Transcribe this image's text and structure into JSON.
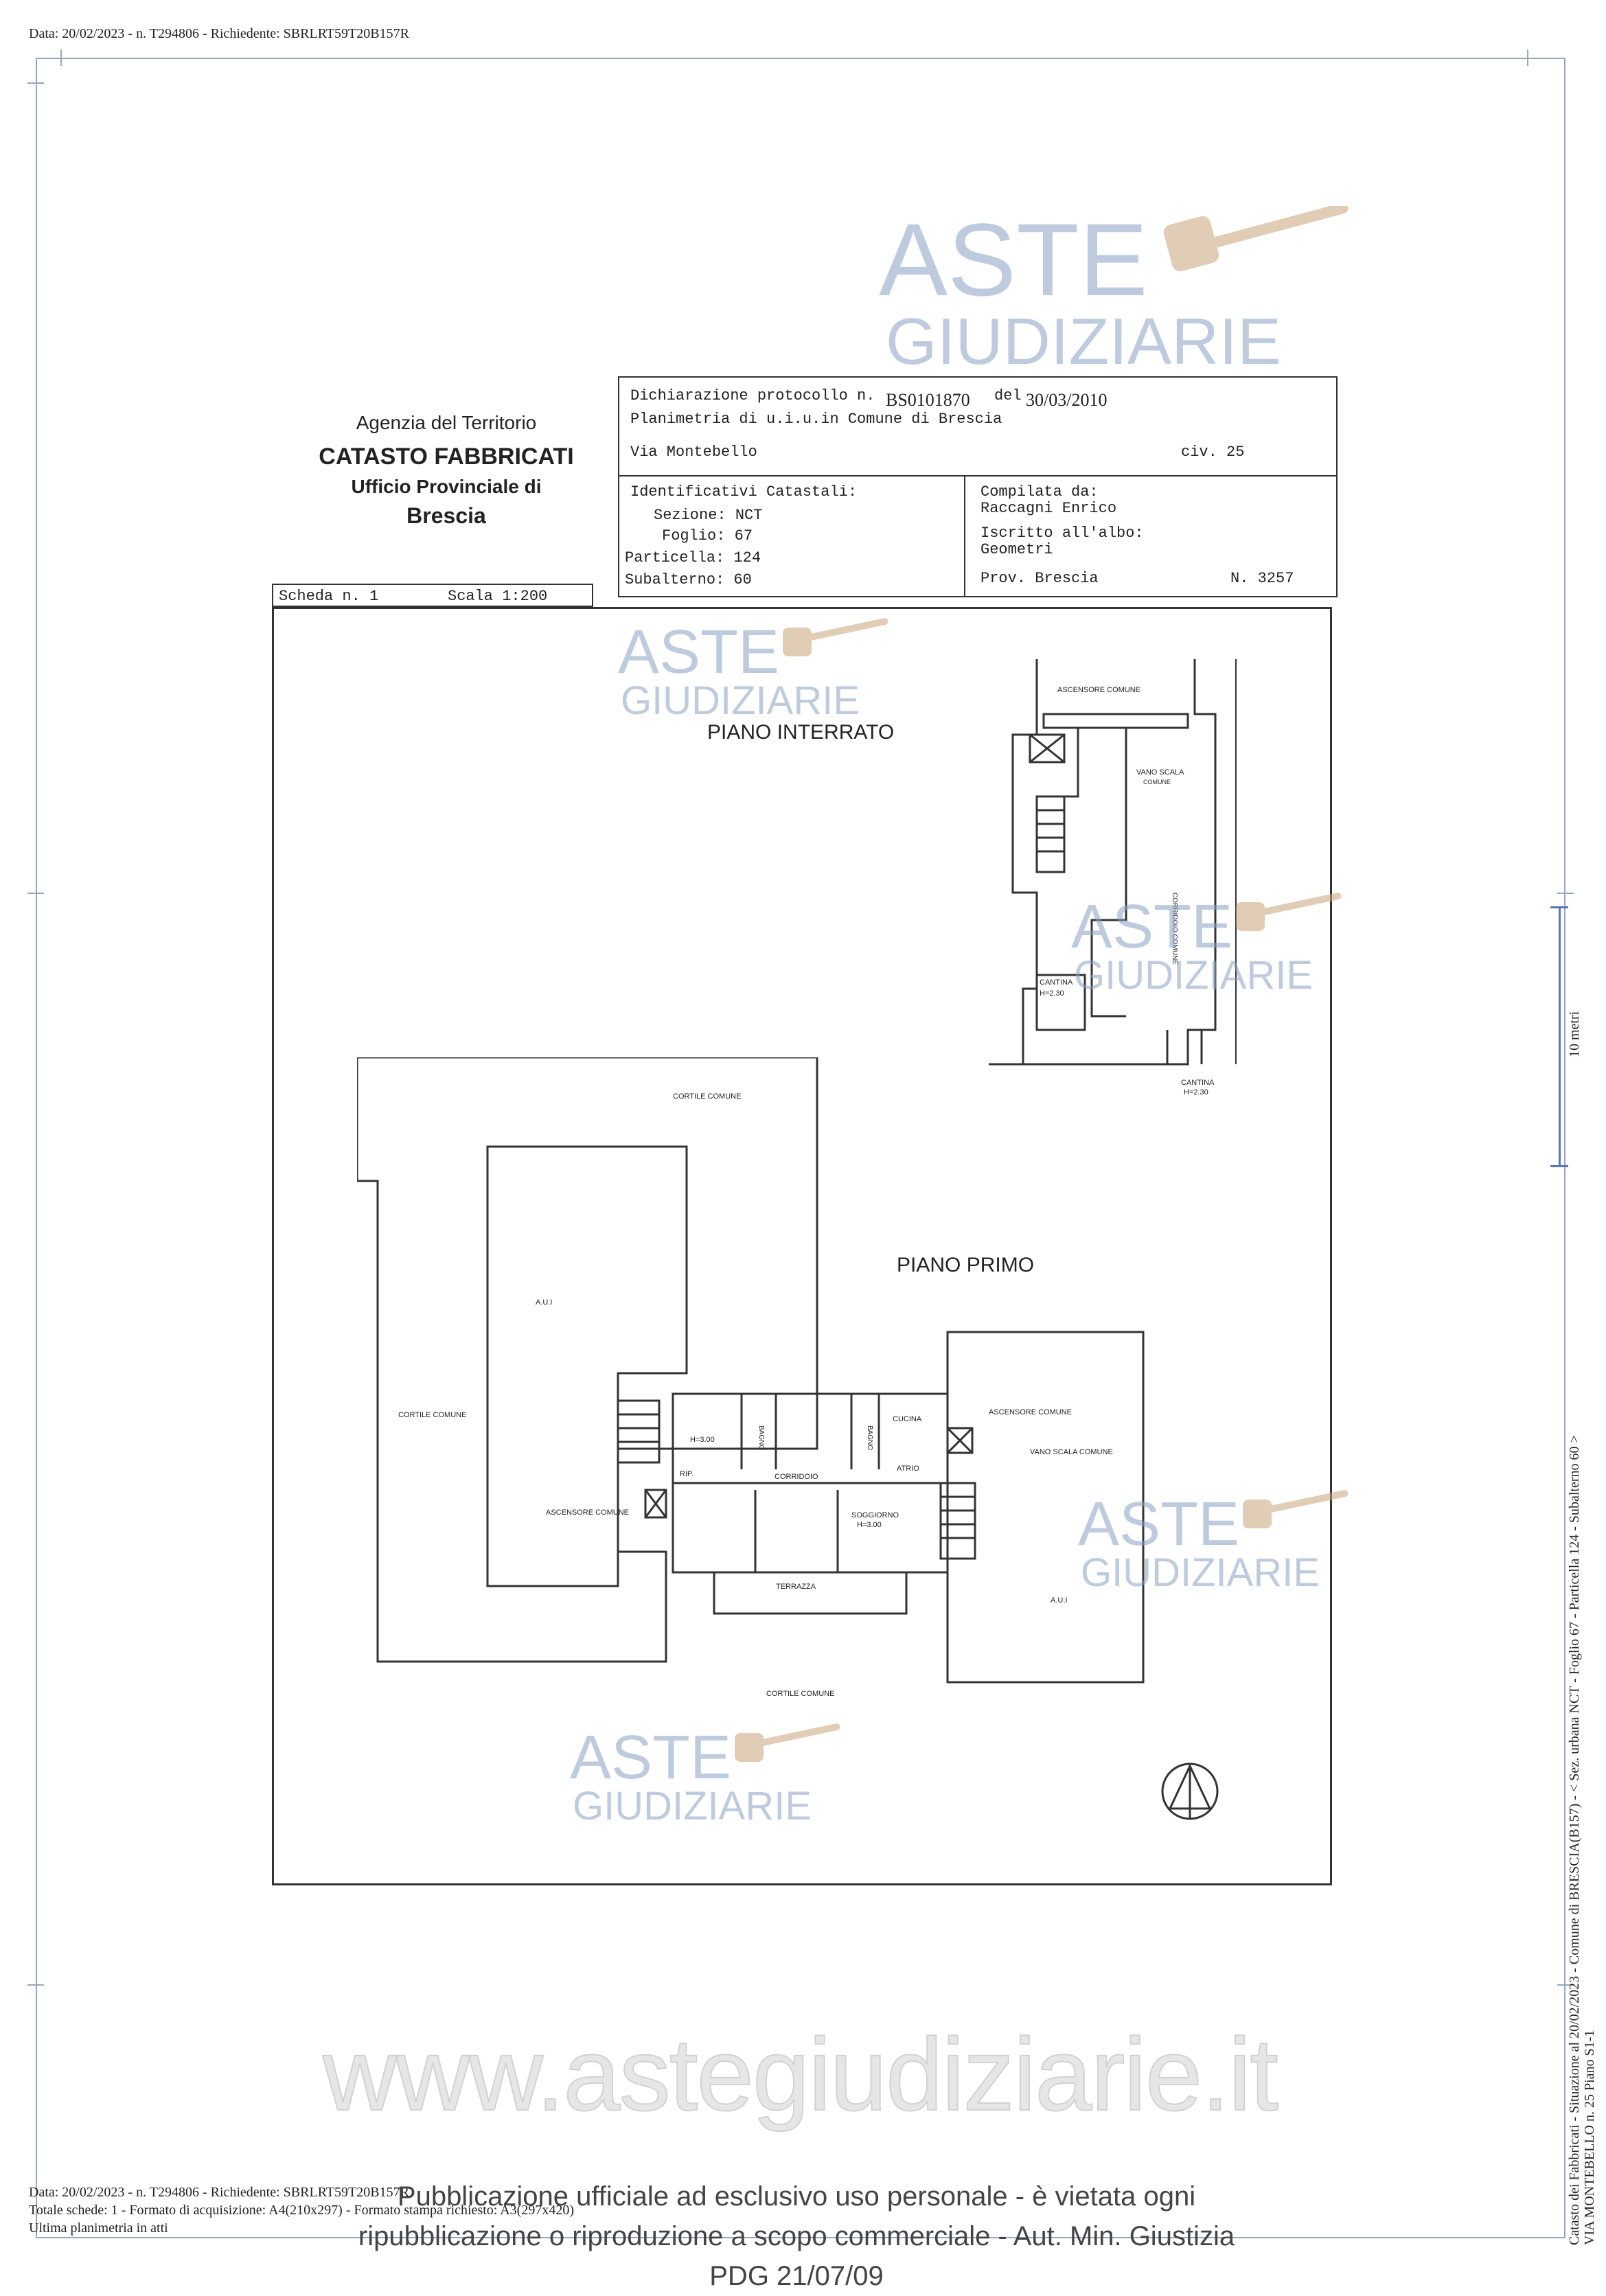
{
  "header": {
    "meta": "Data: 20/02/2023 - n. T294806 - Richiedente: SBRLRT59T20B157R"
  },
  "agency": {
    "line1": "Agenzia del Territorio",
    "line2": "CATASTO FABBRICATI",
    "line3": "Ufficio Provinciale di",
    "line4": "Brescia"
  },
  "declaration": {
    "protocol_label": "Dichiarazione protocollo n.",
    "protocol_number": "BS0101870",
    "date_label": "del",
    "date": "30/03/2010",
    "planimetry_line": "Planimetria di u.i.u.in Comune di Brescia",
    "address": "Via Montebello",
    "civic": "civ. 25",
    "identifiers_label": "Identificativi Catastali:",
    "sezione": "Sezione: NCT",
    "foglio": "Foglio: 67",
    "particella": "Particella: 124",
    "subalterno": "Subalterno: 60",
    "compiled_label": "Compilata da:",
    "compiled_by": "Raccagni Enrico",
    "registered_label": "Iscritto all'albo:",
    "registered": "Geometri",
    "province": "Prov. Brescia",
    "number": "N. 3257"
  },
  "scheda": {
    "label": "Scheda n. 1",
    "scale": "Scala 1:200"
  },
  "plans": {
    "basement_title": "PIANO INTERRATO",
    "first_title": "PIANO PRIMO",
    "basement_labels": {
      "ascensore": "ASCENSORE COMUNE",
      "vano_scala_1": "VANO SCALA",
      "vano_scala_2": "COMUNE",
      "corridoio": "CORRIDOIO COMUNE",
      "cantina_1": "CANTINA",
      "cantina_1_h": "H=2.30",
      "cantina_2": "CANTINA",
      "cantina_2_h": "H=2.30"
    },
    "first_labels": {
      "cortile_top": "CORTILE COMUNE",
      "aui_left": "A.U.I",
      "cortile_left": "CORTILE COMUNE",
      "h300": "H=3.00",
      "bagno1": "BAGNO",
      "bagno2": "BAGNO",
      "cucina": "CUCINA",
      "ascensore_right": "ASCENSORE COMUNE",
      "vano_scala_right": "VANO SCALA COMUNE",
      "rip": "RIP.",
      "corridoio": "CORRIDOIO",
      "atrio": "ATRIO",
      "ascensore_left": "ASCENSORE COMUNE",
      "soggiorno": "SOGGIORNO",
      "soggiorno_h": "H=3.00",
      "terrazza": "TERRAZZA",
      "aui_right": "A.U.I",
      "cortile_bottom": "CORTILE COMUNE"
    }
  },
  "scale_bar": "10 metri",
  "side_text_1": "Catasto dei Fabbricati - Situazione al 20/02/2023 - Comune di BRESCIA(B157) - < Sez. urbana NCT - Foglio 67 - Particella 124 - Subalterno 60 >",
  "side_text_2": "VIA MONTEBELLO n. 25 Piano S1-1",
  "watermark": {
    "logo_top": "ASTE",
    "logo_bottom": "GIUDIZIARIE",
    "url": "www.astegiudiziarie.it"
  },
  "notice": {
    "line1": "Pubblicazione ufficiale ad esclusivo uso personale - è vietata ogni",
    "line2": "ripubblicazione o riproduzione a scopo commerciale - Aut. Min. Giustizia PDG 21/07/09"
  },
  "footer": {
    "meta": "Data: 20/02/2023 - n. T294806 - Richiedente: SBRLRT59T20B157R",
    "totals": "Totale schede: 1 - Formato di acquisizione: A4(210x297) - Formato stampa richiesto: A3(297x420)",
    "last": "Ultima planimetria in atti"
  },
  "colors": {
    "frame": "#9aa7b8",
    "logo_blue": "#8aa2c4",
    "logo_gavel": "#c9a67a",
    "ink": "#222222"
  }
}
